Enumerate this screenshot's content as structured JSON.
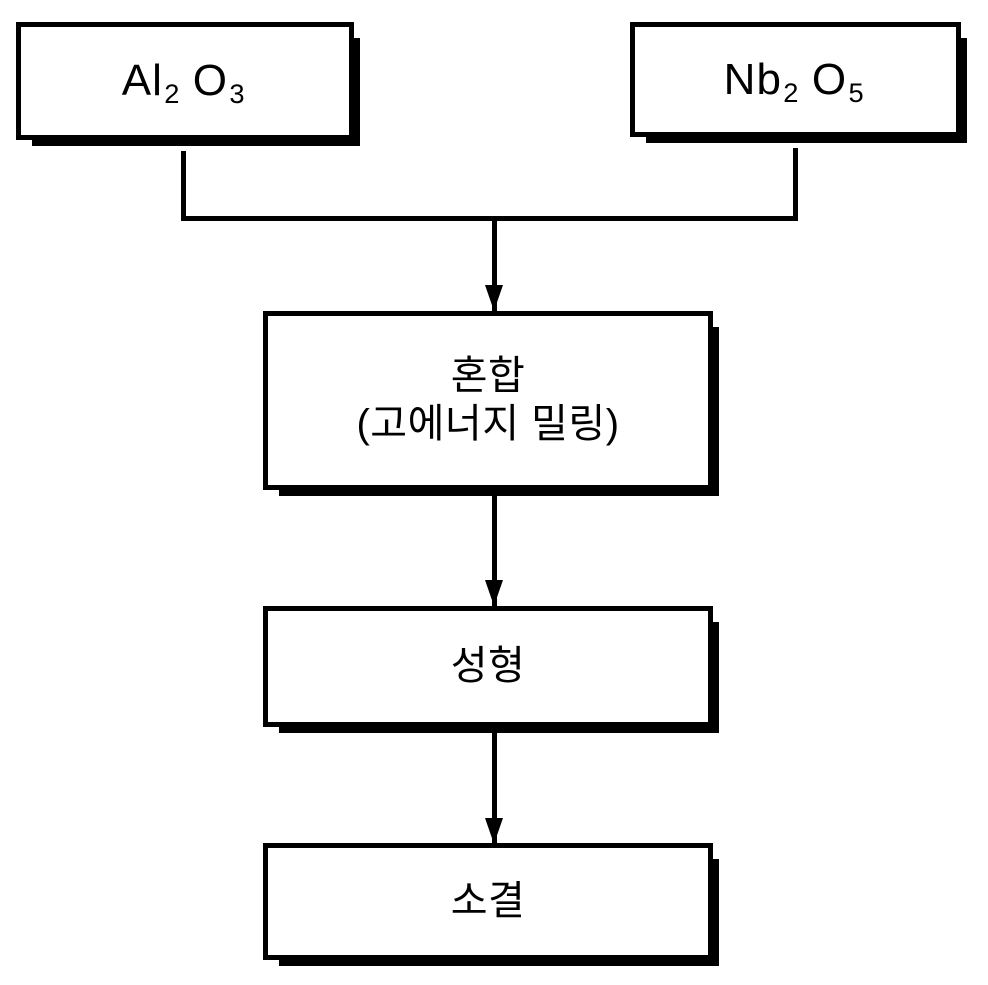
{
  "diagram": {
    "type": "process-flowchart",
    "orientation": "top-to-bottom",
    "language": "ko",
    "colors": {
      "background": "#ffffff",
      "stroke": "#000000",
      "fill": "#ffffff",
      "shadow": "#000000"
    },
    "nodes": [
      {
        "id": "raw-material-alumina",
        "kind": "input-material",
        "label": "Al2O3",
        "formula": {
          "parts": [
            {
              "text": "Al",
              "sub": false
            },
            {
              "text": "2",
              "sub": true
            },
            {
              "text": "O",
              "sub": false
            },
            {
              "text": "3",
              "sub": true
            }
          ]
        }
      },
      {
        "id": "raw-material-niobium-oxide",
        "kind": "input-material",
        "label": "Nb2O5",
        "formula": {
          "parts": [
            {
              "text": "Nb",
              "sub": false
            },
            {
              "text": "2",
              "sub": true
            },
            {
              "text": "O",
              "sub": false
            },
            {
              "text": "5",
              "sub": true
            }
          ]
        }
      },
      {
        "id": "mixing",
        "kind": "process-step",
        "label": "혼합\n(고에너지 밀링)"
      },
      {
        "id": "forming",
        "kind": "process-step",
        "label": "성형"
      },
      {
        "id": "sintering",
        "kind": "process-step",
        "label": "소결"
      }
    ],
    "edges": [
      {
        "from": "raw-material-alumina",
        "to": "mixing",
        "style": "elbow-merge"
      },
      {
        "from": "raw-material-niobium-oxide",
        "to": "mixing",
        "style": "elbow-merge"
      },
      {
        "from": "mixing",
        "to": "forming",
        "style": "straight-arrow"
      },
      {
        "from": "forming",
        "to": "sintering",
        "style": "straight-arrow"
      }
    ]
  }
}
